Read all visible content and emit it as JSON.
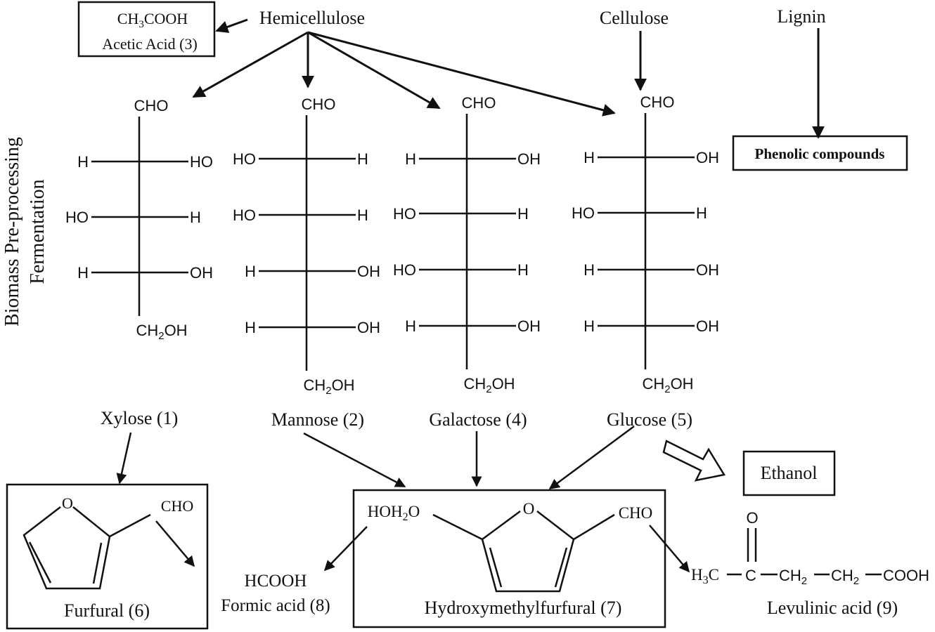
{
  "sources": {
    "hemicellulose": "Hemicellulose",
    "cellulose": "Cellulose",
    "lignin": "Lignin"
  },
  "side_label": {
    "line1": "Biomass Pre-processing",
    "line2": "Fermentation"
  },
  "acetic": {
    "formula": "CH3COOH",
    "name": "Acetic Acid (3)"
  },
  "phenolic": "Phenolic compounds",
  "sugars": {
    "xylose": {
      "name": "Xylose (1)",
      "top": "CHO",
      "bottom": "CH2OH",
      "rows": [
        [
          "H",
          "HO"
        ],
        [
          "HO",
          "H"
        ],
        [
          "H",
          "OH"
        ]
      ]
    },
    "mannose": {
      "name": "Mannose (2)",
      "top": "CHO",
      "bottom": "CH2OH",
      "rows": [
        [
          "HO",
          "H"
        ],
        [
          "HO",
          "H"
        ],
        [
          "H",
          "OH"
        ],
        [
          "H",
          "OH"
        ]
      ]
    },
    "galactose": {
      "name": "Galactose (4)",
      "top": "CHO",
      "bottom": "CH2OH",
      "rows": [
        [
          "H",
          "OH"
        ],
        [
          "HO",
          "H"
        ],
        [
          "HO",
          "H"
        ],
        [
          "H",
          "OH"
        ]
      ]
    },
    "glucose": {
      "name": "Glucose (5)",
      "top": "CHO",
      "bottom": "CH2OH",
      "rows": [
        [
          "H",
          "OH"
        ],
        [
          "HO",
          "H"
        ],
        [
          "H",
          "OH"
        ],
        [
          "H",
          "OH"
        ]
      ]
    }
  },
  "ethanol": "Ethanol",
  "furfural": {
    "name": "Furfural (6)",
    "o": "O",
    "cho": "CHO"
  },
  "hmf": {
    "name": "Hydroxymethylfurfural (7)",
    "o": "O",
    "cho": "CHO",
    "hoh2o": "HOH2O"
  },
  "formic": {
    "formula": "HCOOH",
    "name": "Formic acid (8)"
  },
  "levulinic": {
    "name": "Levulinic acid (9)",
    "o": "O",
    "h3c": "H3C",
    "c": "C",
    "ch2a": "CH2",
    "ch2b": "CH2",
    "cooh": "COOH"
  }
}
